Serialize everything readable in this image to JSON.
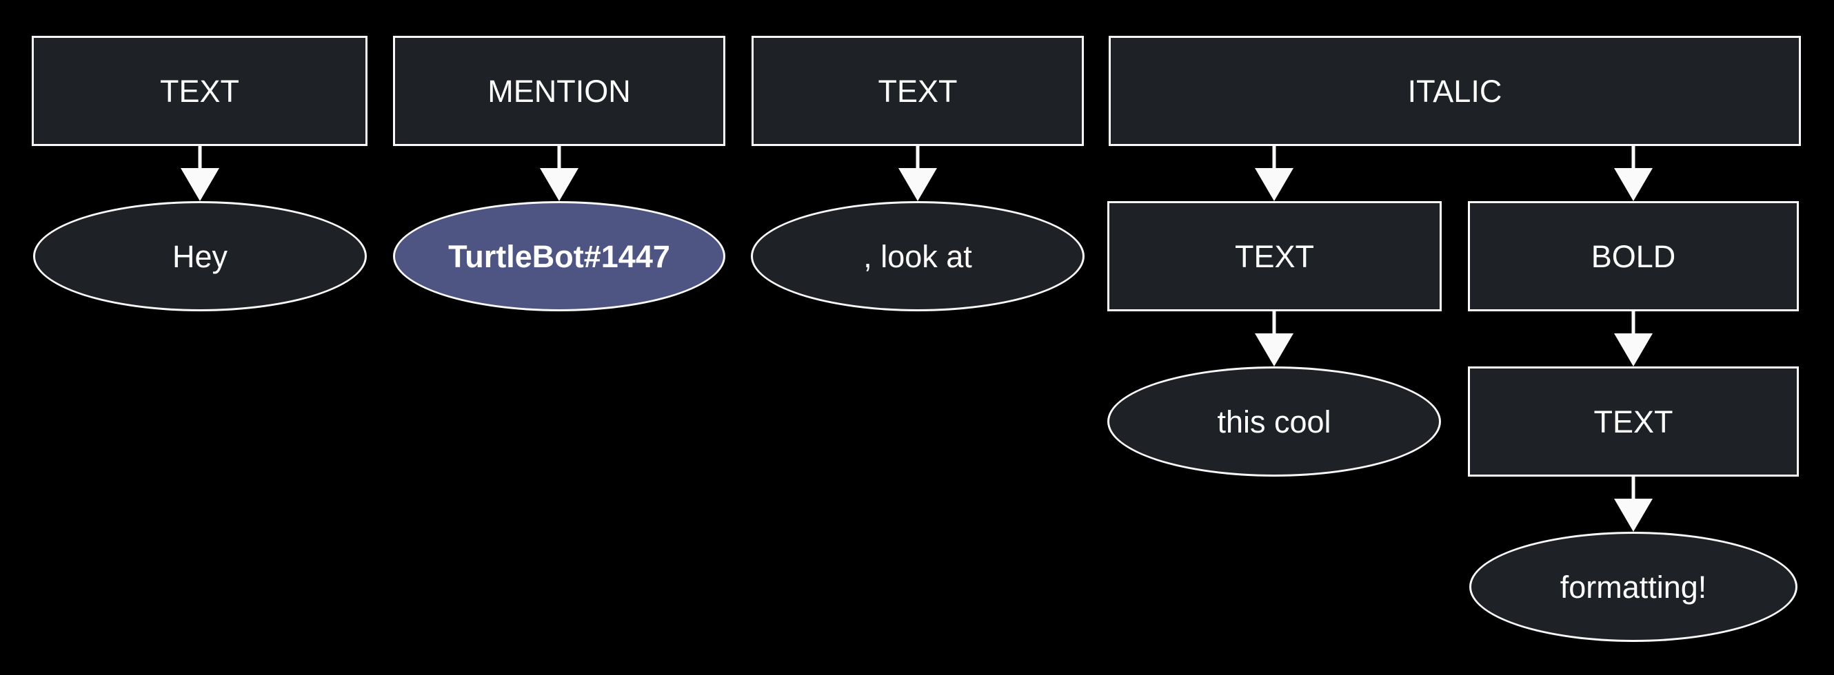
{
  "colors": {
    "background": "#000000",
    "node_fill": "#1e2126",
    "node_border": "#fafafa",
    "edge": "#fafafa",
    "text": "#ffffff",
    "mention_fill": "#4f5583",
    "mention_text": "#ffffff"
  },
  "tree": [
    {
      "type": "TEXT",
      "children": [
        {
          "value": "Hey"
        }
      ]
    },
    {
      "type": "MENTION",
      "children": [
        {
          "value": "TurtleBot#1447",
          "highlighted": true
        }
      ]
    },
    {
      "type": "TEXT",
      "children": [
        {
          "value": ", look at"
        }
      ]
    },
    {
      "type": "ITALIC",
      "children": [
        {
          "type": "TEXT",
          "children": [
            {
              "value": "this cool"
            }
          ]
        },
        {
          "type": "BOLD",
          "children": [
            {
              "type": "TEXT",
              "children": [
                {
                  "value": "formatting!"
                }
              ]
            }
          ]
        }
      ]
    }
  ]
}
